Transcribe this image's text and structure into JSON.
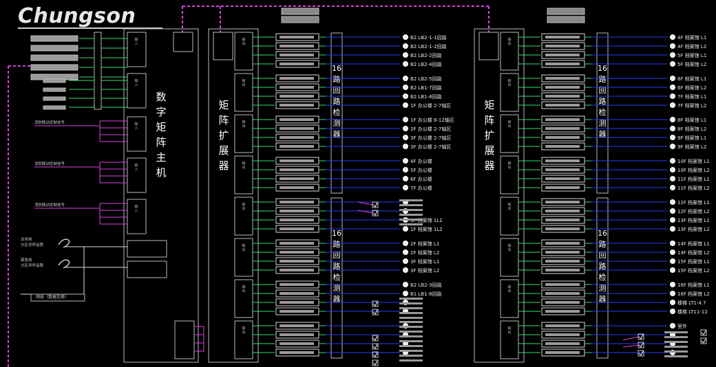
{
  "logo": {
    "text": "Chungson"
  },
  "host": {
    "title": [
      "数",
      "字",
      "矩",
      "阵",
      "主",
      "机"
    ],
    "inputs": [
      "输入1-4",
      "输入5-8",
      "输入9-12"
    ],
    "left_labels": [
      "消防联动控制信号",
      "消防联动控制信号",
      "消防联动控制信号"
    ],
    "phone_labels": [
      [
        "业务用",
        "分区寻呼话筒"
      ],
      [
        "紧急用",
        "分区寻呼话筒"
      ]
    ],
    "bottom_label": "网线（数据交换）"
  },
  "expander": {
    "title": [
      "矩",
      "阵",
      "扩",
      "展",
      "器"
    ]
  },
  "detector": {
    "title": [
      "16",
      "路",
      "回",
      "路",
      "检",
      "测",
      "器"
    ]
  },
  "zones_a": [
    [
      "B2 LB2-1-1回路",
      "B2 LB2-1-2回路",
      "B2 LB2-2回路",
      "B2 LB2-4回路"
    ],
    [
      "B2 LB2-5回路",
      "B2 LB1-7回路",
      "B2 LB1-8回路",
      "1F 办公楼 2-7轴区"
    ],
    [
      "1F 办公楼 8-12轴区",
      "2F 办公楼 2-7轴区",
      "3F 办公楼 2-7轴区",
      "3F 办公楼 2-7轴区"
    ],
    [
      "4F 办公楼",
      "5F 办公楼",
      "6F 办公楼",
      "7F 办公楼"
    ],
    [
      "",
      "",
      "1F 档案馆 1L1",
      "1F 档案馆 1L2"
    ],
    [
      "2F 档案馆 L1",
      "2F 档案馆 L2",
      "3F 档案馆 L1",
      "3F 档案馆 L2"
    ],
    [
      "B2 LB2-3回路",
      "B1 LB1-8回路",
      "",
      ""
    ],
    [
      "",
      "",
      "",
      ""
    ]
  ],
  "zones_b": [
    [
      "4F 档案馆 L1",
      "4F 档案馆 L2",
      "5F 档案馆 L1",
      "5F 档案馆 L2"
    ],
    [
      "6F 档案馆 L1",
      "6F 档案馆 L2",
      "7F 档案馆 L1",
      "7F 档案馆 L2"
    ],
    [
      "8F 档案馆 L1",
      "8F 档案馆 L2",
      "9F 档案馆 L1",
      "9F 档案馆 L2"
    ],
    [
      "10F 档案馆 L1",
      "10F 档案馆 L2",
      "11F 档案馆 L1",
      "11F 档案馆 L2"
    ],
    [
      "12F 档案馆 L1",
      "12F 档案馆 L2",
      "13F 档案馆 L1",
      "13F 档案馆 L2"
    ],
    [
      "14F 档案馆 L1",
      "14F 档案馆 L2",
      "15F 档案馆 L1",
      "15F 档案馆 L2"
    ],
    [
      "16F 档案馆 L1",
      "16F 档案馆 L2",
      "楼梯 LT1-4.7",
      "楼梯 LT11-12"
    ],
    [
      "室外",
      "",
      "",
      ""
    ]
  ],
  "colors": {
    "line_magenta": "#e040e0",
    "line_blue": "#2a3cff",
    "line_green": "#30e070",
    "line_white": "#e0e0e0",
    "box": "#bdbdbd"
  }
}
